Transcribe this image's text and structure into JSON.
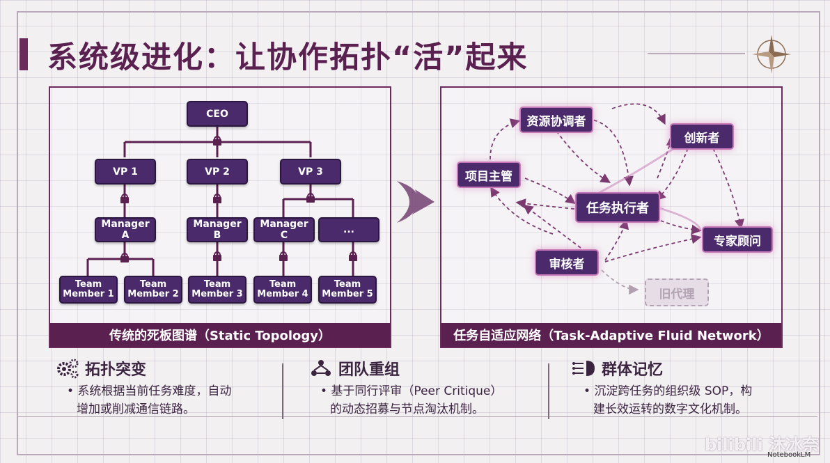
{
  "title": "系统级进化：让协作拓扑“活”起来",
  "left_panel": {
    "caption": "传统的死板图谱（Static Topology）",
    "nodes": {
      "ceo": "CEO",
      "vp1": "VP 1",
      "vp2": "VP 2",
      "vp3": "VP 3",
      "mgr_a": "Manager A",
      "mgr_b": "Manager B",
      "mgr_c": "Manager C",
      "mgr_more": "...",
      "tm1": "Team\nMember 1",
      "tm2": "Team\nMember 2",
      "tm3": "Team\nMember 3",
      "tm4": "Team\nMember 4",
      "tm5": "Team\nMember 5"
    }
  },
  "right_panel": {
    "caption": "任务自适应网络（Task-Adaptive Fluid Network）",
    "nodes": {
      "coordinator": "资源协调者",
      "innovator": "创新者",
      "pm": "项目主管",
      "executor": "任务执行者",
      "expert": "专家顾问",
      "reviewer": "审核者",
      "legacy": "旧代理"
    }
  },
  "features": [
    {
      "icon": "gears-icon",
      "title": "拓扑突变",
      "lines": [
        "• 系统根据当前任务难度，自动",
        "增加或削减通信链路。"
      ]
    },
    {
      "icon": "team-icon",
      "title": "团队重组",
      "lines": [
        "• 基于同行评审（Peer Critique）",
        "的动态招募与节点淘汰机制。"
      ]
    },
    {
      "icon": "brain-icon",
      "title": "群体记忆",
      "lines": [
        "• 沉淀跨任务的组织级 SOP，构",
        "建长效运转的数字文化机制。"
      ]
    }
  ],
  "watermark": "bilibili 沐冰奈",
  "brand": "NotebookLM",
  "colors": {
    "primary": "#5a2050",
    "node": "#4a2a6a",
    "glow": "#d27abe"
  }
}
